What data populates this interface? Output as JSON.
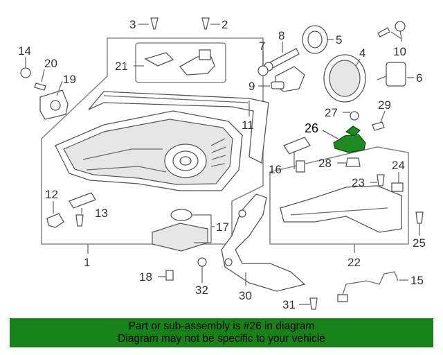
{
  "callouts": {
    "c1": "1",
    "c2": "2",
    "c3": "3",
    "c4": "4",
    "c5": "5",
    "c6": "6",
    "c7": "7",
    "c8": "8",
    "c9": "9",
    "c10": "10",
    "c11": "11",
    "c12": "12",
    "c13": "13",
    "c14": "14",
    "c15": "15",
    "c16": "16",
    "c17": "17",
    "c18": "18",
    "c19": "19",
    "c20": "20",
    "c21": "21",
    "c22": "22",
    "c23": "23",
    "c24": "24",
    "c25": "25",
    "c26": "26",
    "c27": "27",
    "c28": "28",
    "c29": "29",
    "c30": "30",
    "c31": "31",
    "c32": "32"
  },
  "highlighted_part": "26",
  "banner": {
    "line1": "Part or sub-assembly is #26 in diagram",
    "line2": "Diagram may not be specific to your vehicle"
  },
  "colors": {
    "banner_bg": "#178217",
    "highlight_part": "#1f8a1f"
  }
}
